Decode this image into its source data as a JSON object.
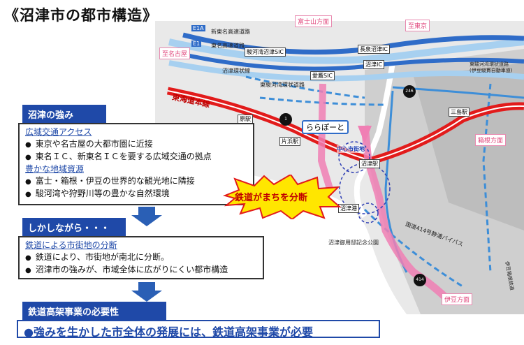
{
  "title": "《沼津市の都市構造》",
  "map": {
    "labels": {
      "fuji_dir": "富士山方面",
      "izu_dir": "伊豆方面",
      "hakone_dir": "箱根方面",
      "tokyo_dir": "至東京",
      "nagoya_dir": "至名古屋",
      "shintomei": "新東名高速道路",
      "tomei": "東名高速道路",
      "surugawan_sic": "駿河湾沼津SIC",
      "nagaizumi_ic": "長泉沼津IC",
      "numazu_ic": "沼津IC",
      "ashitaka_sic": "愛鷹SIC",
      "kanjo_road": "沼津環状線",
      "higashi_surugawan": "東駿河湾環状道路",
      "higashi_surugawan_right": "東駿河湾環状道路\n(伊豆縦貫自動車道)",
      "tokaido_line": "東海道本線",
      "hara_sta": "原駅",
      "katahama_sta": "片浜駅",
      "numazu_sta": "沼津駅",
      "mishima_sta": "三島駅",
      "central_area": "中心市街地",
      "numazu_port": "沼津港",
      "goyotei": "沼津御用邸記念公園",
      "bypass": "国道414号静浦バイパス",
      "lalaport": "ららぽーと",
      "route1": "1",
      "route246": "246",
      "route414": "414",
      "e1a": "E1A",
      "e1": "E1",
      "izu_hakone": "伊豆箱根鉄道"
    }
  },
  "strengths": {
    "header": "沼津の強み",
    "sub1": "広域交通アクセス",
    "items1": [
      "東京や名古屋の大都市圏に近接",
      "東名ＩＣ、新東名ＩＣを要する広域交通の拠点"
    ],
    "sub2": "豊かな地域資源",
    "items2": [
      "富士・箱根・伊豆の世界的な観光地に隣接",
      "駿河湾や狩野川等の豊かな自然環境"
    ]
  },
  "however": {
    "header": "しかしながら・・・",
    "sub": "鉄道による市街地の分断",
    "items": [
      "鉄道により、市街地が南北に分断。",
      "沼津市の強みが、市域全体に広がりにくい都市構造"
    ]
  },
  "burst": "鉄道がまちを分断",
  "necessity": {
    "header": "鉄道高架事業の必要性",
    "conclusion": "●強みを生かした市全体の発展には、鉄道高架事業が必要"
  },
  "colors": {
    "accent_blue": "#1f49a8",
    "rail_red": "#e21b1b",
    "expressway_blue": "#3d8ed8",
    "pink_route": "#f07fb4",
    "burst_yellow": "#ffe600"
  }
}
